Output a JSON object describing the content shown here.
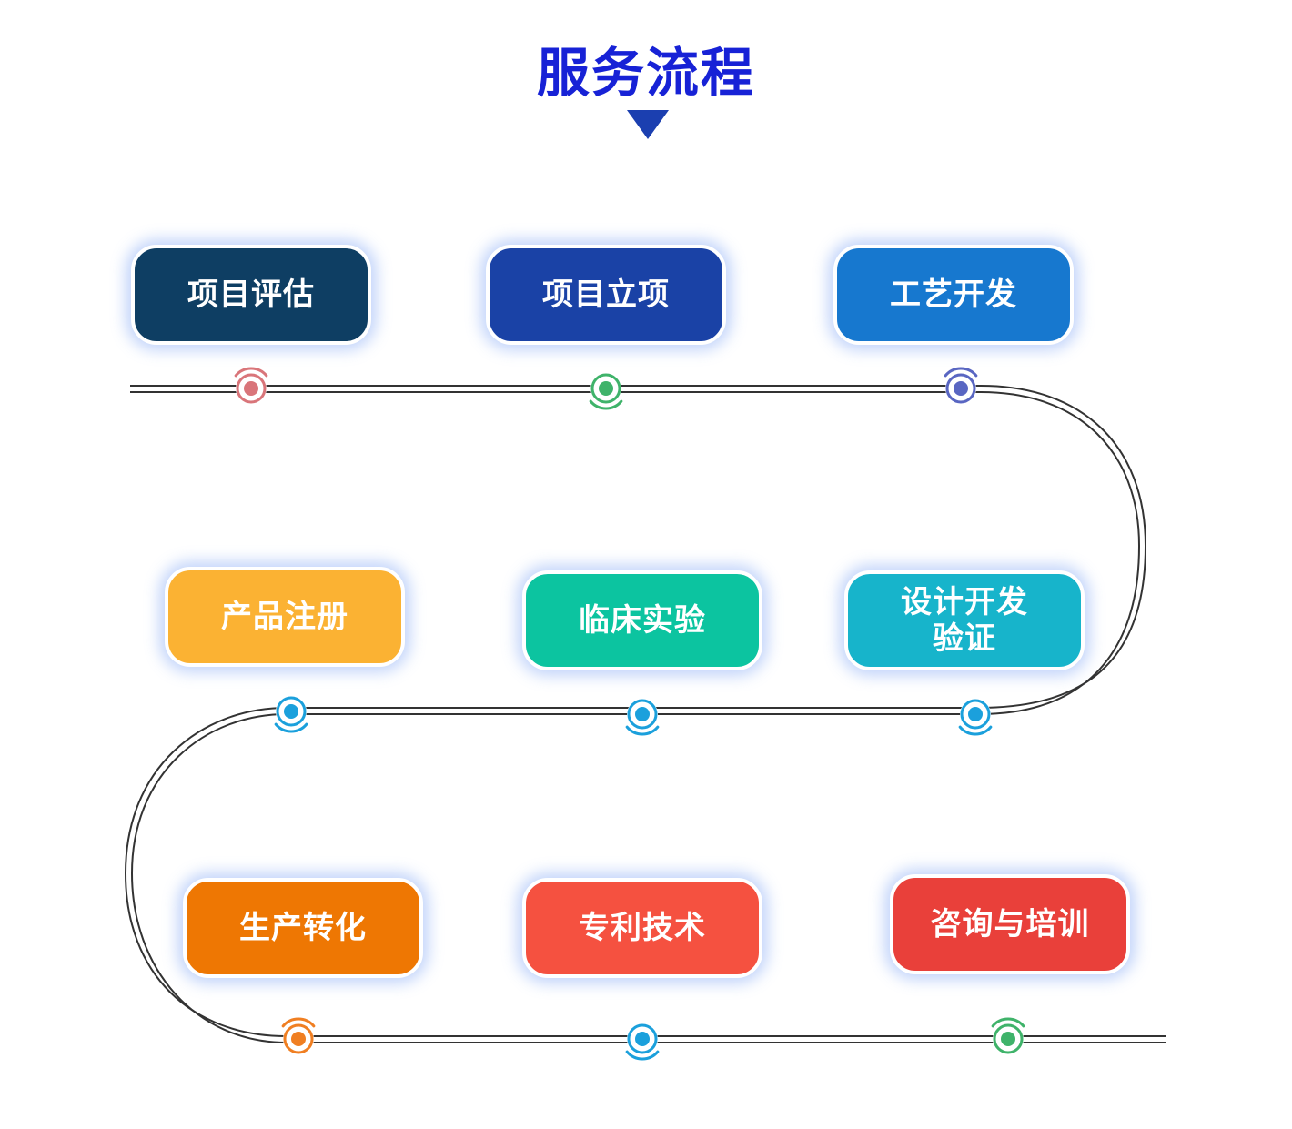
{
  "title": "服务流程",
  "steps": [
    {
      "label": "项目评估",
      "color": "#0e3e63"
    },
    {
      "label": "项目立项",
      "color": "#1a42a6"
    },
    {
      "label": "工艺开发",
      "color": "#1778cf"
    },
    {
      "label": "设计开发验证",
      "color": "#17b4cb"
    },
    {
      "label": "临床实验",
      "color": "#0cc4a0"
    },
    {
      "label": "产品注册",
      "color": "#fbb233"
    },
    {
      "label": "生产转化",
      "color": "#ee7703"
    },
    {
      "label": "专利技术",
      "color": "#f55140"
    },
    {
      "label": "咨询与培训",
      "color": "#e9403a"
    }
  ],
  "markers": [
    {
      "color": "#d9757a",
      "arcs": "up"
    },
    {
      "color": "#3fb36a",
      "arcs": "down"
    },
    {
      "color": "#5966c2",
      "arcs": "up"
    },
    {
      "color": "#1ba0dc",
      "arcs": "down"
    },
    {
      "color": "#1ba0dc",
      "arcs": "down"
    },
    {
      "color": "#1ba0dc",
      "arcs": "down"
    },
    {
      "color": "#f07f22",
      "arcs": "up"
    },
    {
      "color": "#1ba0dc",
      "arcs": "down"
    },
    {
      "color": "#3fb36a",
      "arcs": "up"
    }
  ]
}
